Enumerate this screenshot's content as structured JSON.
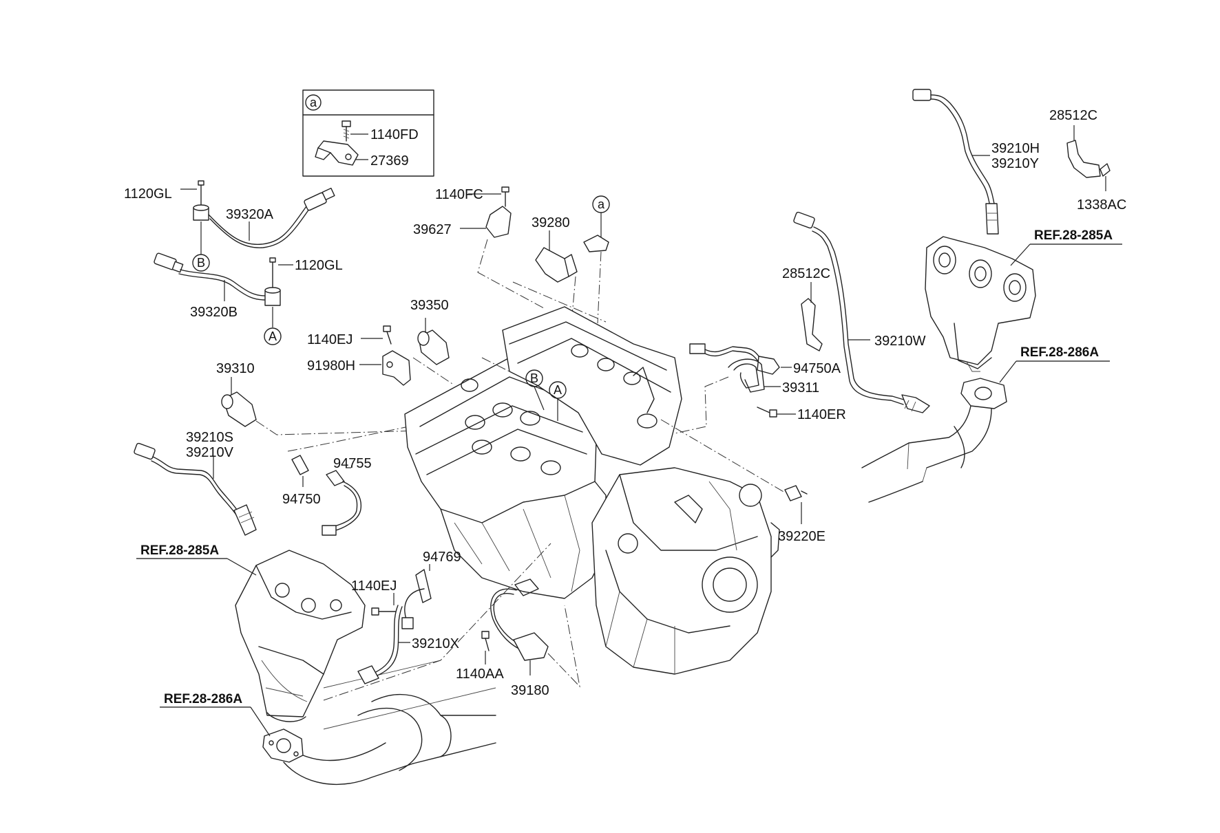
{
  "inset": {
    "circle_label": "a",
    "part_1": "1140FD",
    "part_2": "27369"
  },
  "circle_callouts": {
    "a": "a",
    "A": "A",
    "B": "B"
  },
  "labels": {
    "p1120GL_top": "1120GL",
    "p1120GL_mid": "1120GL",
    "p39320A": "39320A",
    "p39320B": "39320B",
    "p1140FC": "1140FC",
    "p39627": "39627",
    "p39280": "39280",
    "p39350": "39350",
    "p1140EJ_top": "1140EJ",
    "p91980H": "91980H",
    "p39310": "39310",
    "p39210S": "39210S",
    "p39210V": "39210V",
    "p94755": "94755",
    "p94750": "94750",
    "p94769": "94769",
    "p1140EJ_bot": "1140EJ",
    "p39210X": "39210X",
    "p1140AA": "1140AA",
    "p39180": "39180",
    "p28512C_mid": "28512C",
    "p39210W": "39210W",
    "p94750A": "94750A",
    "p39311": "39311",
    "p1140ER": "1140ER",
    "p39220E": "39220E",
    "p28512C_top": "28512C",
    "p39210H": "39210H",
    "p39210Y": "39210Y",
    "p1338AC": "1338AC"
  },
  "references": {
    "ref_285A_right": "REF.28-285A",
    "ref_286A_right": "REF.28-286A",
    "ref_285A_left": "REF.28-285A",
    "ref_286A_left": "REF.28-286A"
  }
}
